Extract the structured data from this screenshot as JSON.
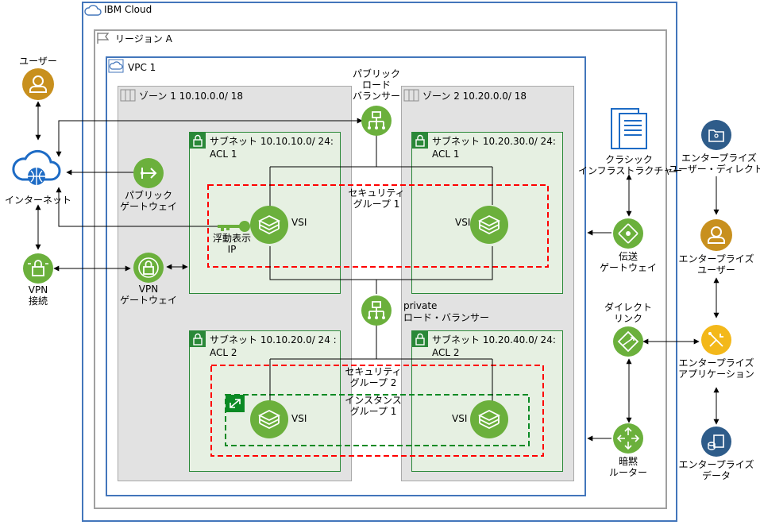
{
  "cloud": {
    "title": "IBM Cloud"
  },
  "region": {
    "title": "リージョン A"
  },
  "vpc": {
    "title": "VPC 1"
  },
  "zones": [
    {
      "title": "ゾーン 1 10.10.0.0/ 18"
    },
    {
      "title": "ゾーン 2 10.20.0.0/ 18"
    }
  ],
  "subnets": [
    {
      "title": "サブネット 10.10.10.0/ 24:",
      "acl": "ACL 1"
    },
    {
      "title": "サブネット 10.20.30.0/ 24:",
      "acl": "ACL 1"
    },
    {
      "title": "サブネット 10.10.20.0/ 24 :",
      "acl": "ACL 2"
    },
    {
      "title": "サブネット 10.20.40.0/ 24:",
      "acl": "ACL 2"
    }
  ],
  "security_groups": [
    {
      "line1": "セキュリティ",
      "line2": "グループ 1"
    },
    {
      "line1": "セキュリティ",
      "line2": "グループ 2"
    }
  ],
  "instance_group": {
    "line1": "インスタンス",
    "line2": "グループ 1"
  },
  "vsi_label": "VSI",
  "left": {
    "user": "ユーザー",
    "internet": "インターネット",
    "vpn_connection": {
      "line1": "VPN",
      "line2": "接続"
    }
  },
  "gateways": {
    "public_gateway": {
      "line1": "パブリック",
      "line2": "ゲートウェイ"
    },
    "vpn_gateway": {
      "line1": "VPN",
      "line2": "ゲートウェイ"
    },
    "floating_ip": {
      "line1": "浮動表示",
      "line2": "IP"
    }
  },
  "load_balancers": {
    "public": {
      "line1": "パブリック",
      "line2": "ロード",
      "line3": "バランサー"
    },
    "private": {
      "line1": "private",
      "line2": "ロード・バランサー"
    }
  },
  "right": {
    "classic": {
      "line1": "クラシック",
      "line2": "インフラストラクチャー"
    },
    "transit_gateway": {
      "line1": "伝送",
      "line2": "ゲートウェイ"
    },
    "direct_link": {
      "line1": "ダイレクト",
      "line2": "リンク"
    },
    "implicit_router": {
      "line1": "暗黙",
      "line2": "ルーター"
    }
  },
  "enterprise": {
    "directory": {
      "line1": "エンタープライズ",
      "line2": "ユーザー・ディレクトリー"
    },
    "users": {
      "line1": "エンタープライズ",
      "line2": "ユーザー"
    },
    "applications": {
      "line1": "エンタープライズ",
      "line2": "アプリケーション"
    },
    "data": {
      "line1": "エンタープライズ",
      "line2": "データ"
    }
  },
  "colors": {
    "cloud_border": "#4376bb",
    "region_border": "#a0a0a0",
    "zone_fill": "#e2e2e2",
    "subnet_fill": "#e6f0e2",
    "subnet_border": "#2a8838",
    "green_icon": "#6bb03c",
    "security_red": "#ff0000",
    "instance_green": "#0a8a24",
    "user_gold": "#c8901e",
    "enterprise_blue": "#2e5c8a",
    "app_yellow": "#f3b81a"
  }
}
